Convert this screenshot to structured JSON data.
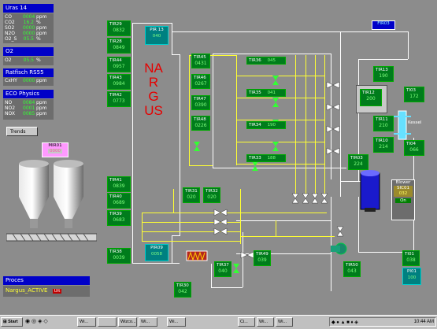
{
  "panels": {
    "uras": {
      "title": "Uras 14",
      "rows": [
        {
          "label": "CO",
          "value": "0004",
          "unit": "ppm"
        },
        {
          "label": "CO2",
          "value": "16.2",
          "unit": "%"
        },
        {
          "label": "SO2",
          "value": "0000",
          "unit": "ppm"
        },
        {
          "label": "N2O",
          "value": "0000",
          "unit": "ppm"
        },
        {
          "label": "O2_S",
          "value": "05.5",
          "unit": "%"
        }
      ]
    },
    "o2": {
      "title": "O2",
      "rows": [
        {
          "label": "O2",
          "value": "05.5",
          "unit": "%"
        }
      ]
    },
    "ratfisch": {
      "title": "Ratfisch RS55",
      "rows": [
        {
          "label": "CxHY",
          "value": "0000",
          "unit": "ppm"
        }
      ]
    },
    "eco": {
      "title": "ECO Physics",
      "rows": [
        {
          "label": "NO",
          "value": "0084",
          "unit": "ppm"
        },
        {
          "label": "NO2",
          "value": "0001",
          "unit": "ppm"
        },
        {
          "label": "NOX",
          "value": "0085",
          "unit": "ppm"
        }
      ]
    }
  },
  "trends_label": "Trends",
  "title_vertical": "NARGUS",
  "tags": {
    "tir29": {
      "label": "TIR29",
      "value": "0832"
    },
    "tir28": {
      "label": "TIR28",
      "value": "0849"
    },
    "tir44": {
      "label": "TIR44",
      "value": "0957"
    },
    "tir43": {
      "label": "TIR43",
      "value": "0984"
    },
    "tir42": {
      "label": "TIR42",
      "value": "0773"
    },
    "pir13": {
      "label": "PIR 13",
      "value": "040"
    },
    "tir45": {
      "label": "TIR45",
      "value": "0431"
    },
    "tir46": {
      "label": "TIR46",
      "value": "0267"
    },
    "tir47": {
      "label": "TIR47",
      "value": "0390"
    },
    "tir48": {
      "label": "TIR48",
      "value": "0226"
    },
    "tir36": {
      "label": "TIR36",
      "value": "045"
    },
    "tir35": {
      "label": "TIR35",
      "value": "041"
    },
    "tir34": {
      "label": "TIR34",
      "value": "190"
    },
    "tir33": {
      "label": "TIR33",
      "value": "188"
    },
    "tir13": {
      "label": "TIR13",
      "value": "190"
    },
    "tir12": {
      "label": "TIR12",
      "value": "200"
    },
    "ti03": {
      "label": "TI03",
      "value": "172"
    },
    "tir11": {
      "label": "TIR11",
      "value": "210"
    },
    "kessel": {
      "label": "Kessel"
    },
    "tir10": {
      "label": "TIR10",
      "value": "214"
    },
    "ti04": {
      "label": "TI04",
      "value": "066"
    },
    "tir03": {
      "label": "TIR03",
      "value": "224"
    },
    "tir41": {
      "label": "TIR41",
      "value": "0839"
    },
    "tir40": {
      "label": "TIR40",
      "value": "0689"
    },
    "tir39": {
      "label": "TIR39",
      "value": "0683"
    },
    "tir31": {
      "label": "TIR31",
      "value": "020"
    },
    "tir32": {
      "label": "TIR32",
      "value": "020"
    },
    "tir38": {
      "label": "TIR38",
      "value": "0039"
    },
    "pir09": {
      "label": "PIR09",
      "value": "0058"
    },
    "tir37": {
      "label": "TIR37",
      "value": "040"
    },
    "tir49": {
      "label": "TIR49",
      "value": "039"
    },
    "tir50": {
      "label": "TIR50",
      "value": "043"
    },
    "tir30": {
      "label": "TIR30",
      "value": "042"
    },
    "ti01": {
      "label": "TI01",
      "value": "038"
    },
    "pi01": {
      "label": "PI01",
      "value": "100"
    },
    "fir03": {
      "label": "FIR03"
    },
    "mir01": {
      "label": "MIR01",
      "value": "0000"
    }
  },
  "blower": {
    "title": "Blower",
    "code": "SIC01",
    "value": "032",
    "state": "On"
  },
  "proces": {
    "title": "Proces",
    "status": "Nargus_ACTIVE",
    "badge": "Uit"
  },
  "taskbar": {
    "start": "Start",
    "items": [
      "Wi...",
      "",
      "Wizco...",
      "Wi...",
      "Wi...",
      "Ci...",
      "Wi...",
      "Wi..."
    ],
    "time": "10:44 AM"
  }
}
